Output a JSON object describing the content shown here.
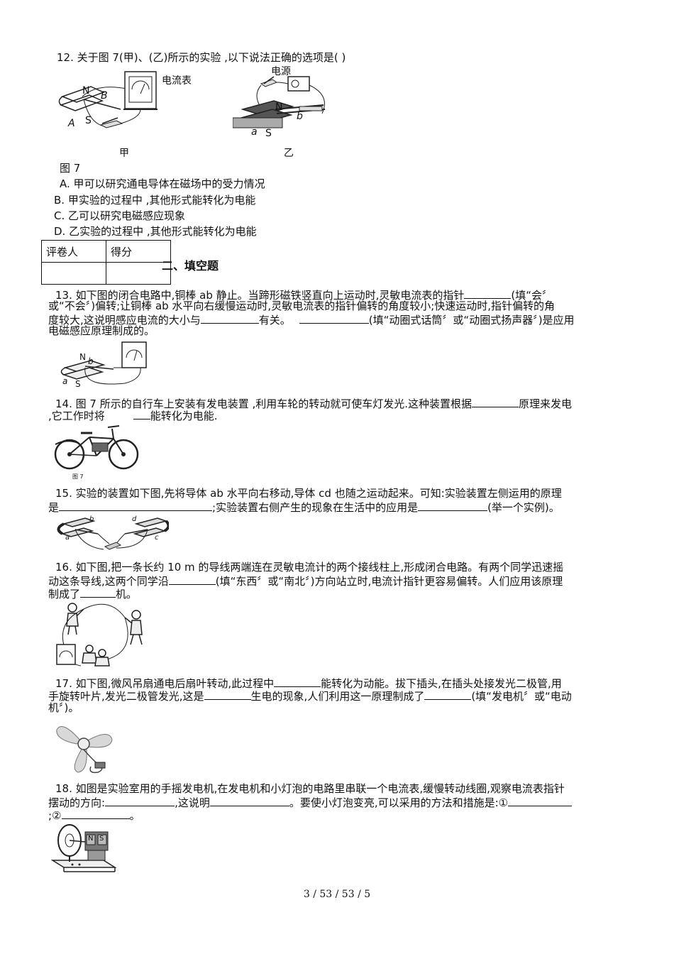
{
  "q12": {
    "stem": "12. 关于图 7(甲)、(乙)所示的实验 ,以下说法正确的选项是(        )",
    "fig_jia": {
      "ammeter_label": "电流表",
      "caption": "甲",
      "N": "N",
      "S": "S",
      "B": "B",
      "A": "A"
    },
    "fig_yi": {
      "power_label": "电源",
      "caption": "乙",
      "N": "N",
      "S": "S",
      "a": "a",
      "b": "b"
    },
    "fig_caption": "图 7",
    "options": [
      "A. 甲可以研究通电导体在磁场中的受力情况",
      "B. 甲实验的过程中 ,其他形式能转化为电能",
      "C. 乙可以研究电磁感应现象",
      "D. 乙实验的过程中 ,其他形式能转化为电能"
    ]
  },
  "score_table": {
    "reviewer": "评卷人",
    "score": "得分"
  },
  "section_title": "二、填空题",
  "q13": {
    "l1a": "13. 如下图的闭合电路中,铜棒 ab 静止。当蹄形磁铁竖直向上运动时,灵敏电流表的指针",
    "l1b": "(填“会〞",
    "l2": "或“不会〞)偏转;让铜棒 ab 水平向右缓慢运动时,灵敏电流表的指针偏转的角度较小;快速运动时,指针偏转的角",
    "l3a": "度较大,这说明感应电流的大小与",
    "l3b": "有关。",
    "l3c": "(填“动圈式话筒〞或“动圈式扬声器〞)是应用",
    "l4": "电磁感应原理制成的。",
    "N": "N",
    "S": "S",
    "a": "a",
    "b": "b"
  },
  "q14": {
    "l1a": "14. 图 7 所示的自行车上安装有发电装置 ,利用车轮的转动就可使车灯发光.这种装置根据",
    "l1b": "原理来发电",
    "l2a": ",它工作时将",
    "l2b": "能转化为电能.",
    "fig_caption": "图 7"
  },
  "q15": {
    "l1": "15. 实验的装置如下图,先将导体 ab 水平向右移动,导体 cd 也随之运动起来。可知:实验装置左侧运用的原理",
    "l2a": "是",
    "l2b": ";实验装置右侧产生的现象在生活中的应用是",
    "l2c": "(举一个实例)。",
    "a": "a",
    "b": "b",
    "c": "c",
    "d": "d"
  },
  "q16": {
    "l1": "16. 如下图,把一条长约 10 m 的导线两端连在灵敏电流计的两个接线柱上,形成闭合电路。有两个同学迅速摇",
    "l2a": "动这条导线,这两个同学沿",
    "l2b": "(填“东西〞或“南北〞)方向站立时,电流计指针更容易偏转。人们应用该原理",
    "l3a": "制成了",
    "l3b": "机。"
  },
  "q17": {
    "l1a": "17. 如下图,微风吊扇通电后扇叶转动,此过程中",
    "l1b": "能转化为动能。拔下插头,在插头处接发光二极管,用",
    "l2a": "手旋转叶片,发光二极管发光,这是",
    "l2b": "生电的现象,人们利用这一原理制成了",
    "l2c": "(填“发电机〞或“电动",
    "l3": "机〞)。"
  },
  "q18": {
    "l1": "18. 如图是实验室用的手摇发电机,在发电机和小灯泡的电路里串联一个电流表,缓慢转动线圈,观察电流表指针",
    "l2a": "摆动的方向:",
    "l2b": ",这说明",
    "l2c": "。要使小灯泡变亮,可以采用的方法和措施是:①",
    "l3a": ";②",
    "l3b": "。",
    "N": "N",
    "S": "S"
  },
  "footer": "3 / 53 / 53 / 5"
}
